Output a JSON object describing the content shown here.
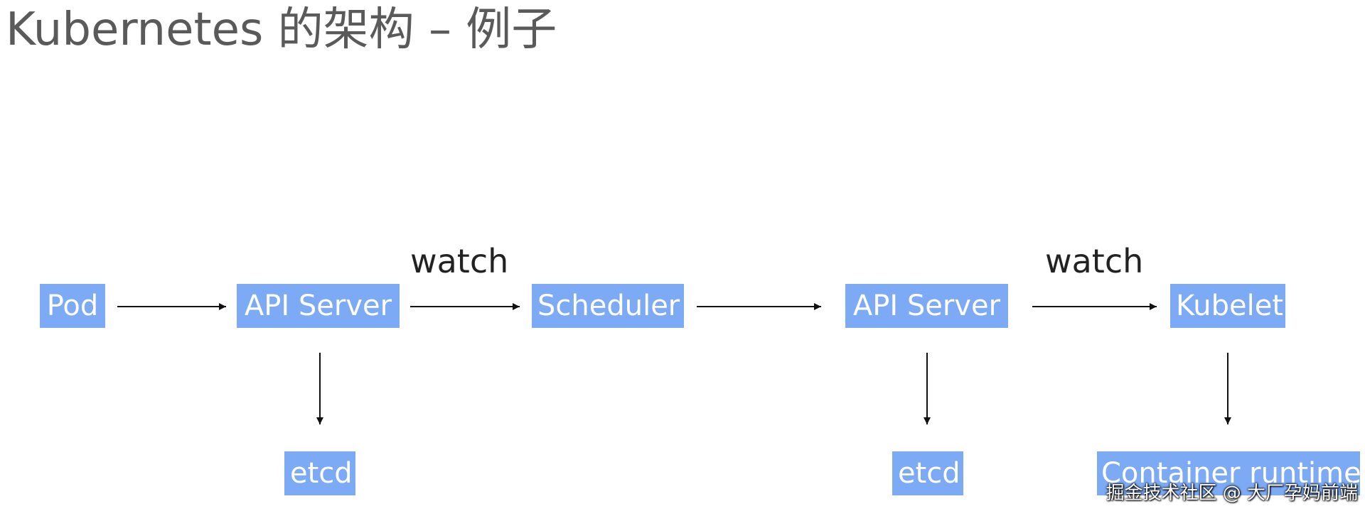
{
  "title": "Kubernetes 的架构 – 例子",
  "colors": {
    "node_fill": "#7daaf4",
    "node_text": "#ffffff",
    "arrow": "#111111",
    "title": "#5a5a5a"
  },
  "nodes": {
    "pod": "Pod",
    "api_server_1": "API Server",
    "scheduler": "Scheduler",
    "api_server_2": "API Server",
    "kubelet": "Kubelet",
    "etcd_1": "etcd",
    "etcd_2": "etcd",
    "container_runtime": "Container runtime"
  },
  "edge_labels": {
    "watch_1": "watch",
    "watch_2": "watch"
  },
  "watermark": "掘金技术社区 @ 大厂孕妈前端"
}
